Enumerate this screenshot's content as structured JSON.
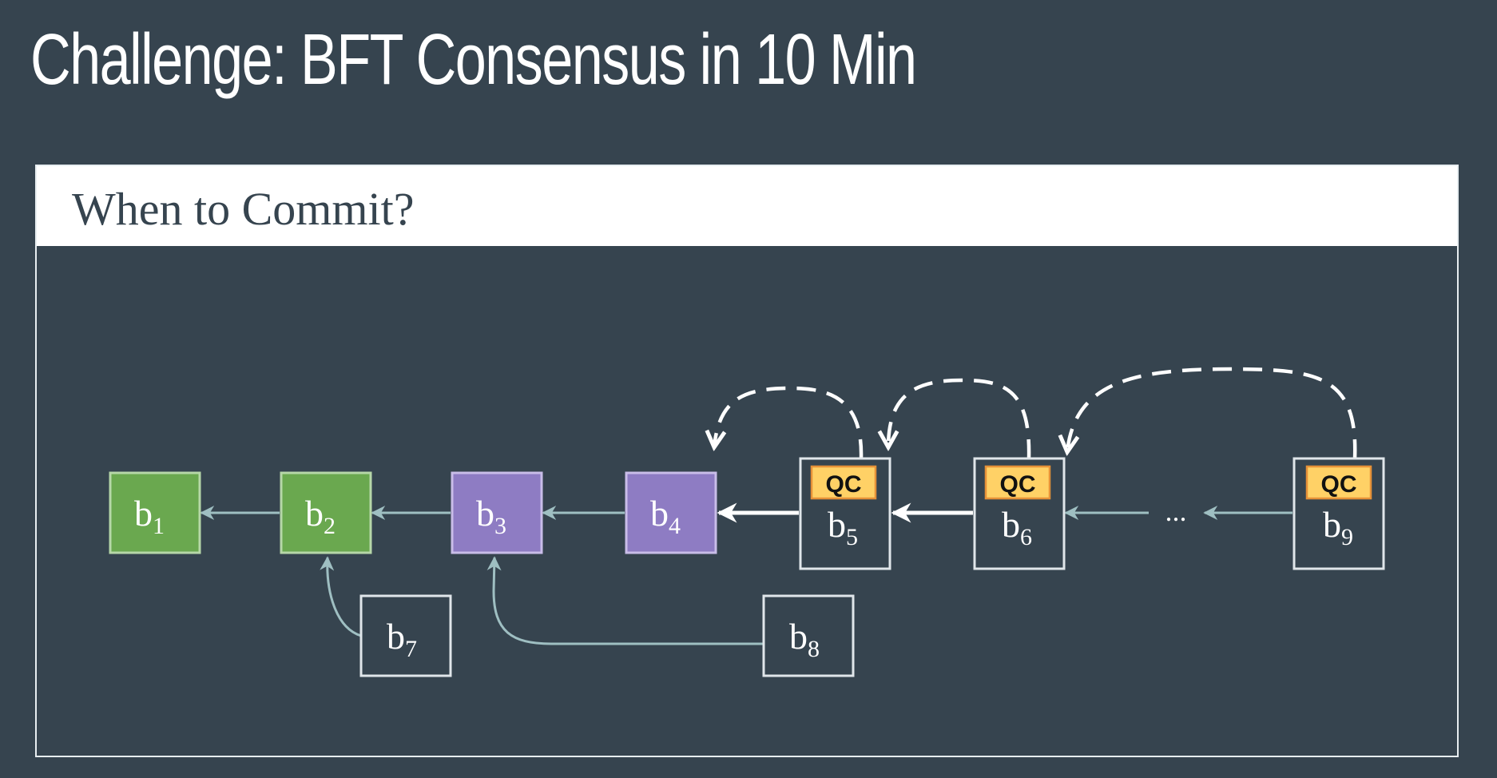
{
  "slide": {
    "title": "Challenge: BFT Consensus in 10 Min"
  },
  "panel": {
    "title": "When to Commit?"
  },
  "diagram": {
    "blocks": [
      {
        "id": "b1",
        "base": "b",
        "sub": "1",
        "kind": "committed",
        "qc": false
      },
      {
        "id": "b2",
        "base": "b",
        "sub": "2",
        "kind": "committed",
        "qc": false
      },
      {
        "id": "b3",
        "base": "b",
        "sub": "3",
        "kind": "pending",
        "qc": false
      },
      {
        "id": "b4",
        "base": "b",
        "sub": "4",
        "kind": "pending",
        "qc": false
      },
      {
        "id": "b5",
        "base": "b",
        "sub": "5",
        "kind": "plain",
        "qc": true
      },
      {
        "id": "b6",
        "base": "b",
        "sub": "6",
        "kind": "plain",
        "qc": true
      },
      {
        "id": "b9",
        "base": "b",
        "sub": "9",
        "kind": "plain",
        "qc": true
      },
      {
        "id": "b7",
        "base": "b",
        "sub": "7",
        "kind": "plain",
        "qc": false
      },
      {
        "id": "b8",
        "base": "b",
        "sub": "8",
        "kind": "plain",
        "qc": false
      }
    ],
    "qc_label": "QC",
    "ellipsis": "...",
    "colors": {
      "background": "#36444f",
      "committed_fill": "#6aa84f",
      "committed_border": "#b6d7a8",
      "pending_fill": "#8e7cc3",
      "pending_border": "#c9bde8",
      "plain_border": "#e0e6ea",
      "qc_fill": "#ffd166",
      "qc_border": "#e69138",
      "parent_link": "#9fbfc2",
      "justify_link": "#ffffff"
    }
  }
}
